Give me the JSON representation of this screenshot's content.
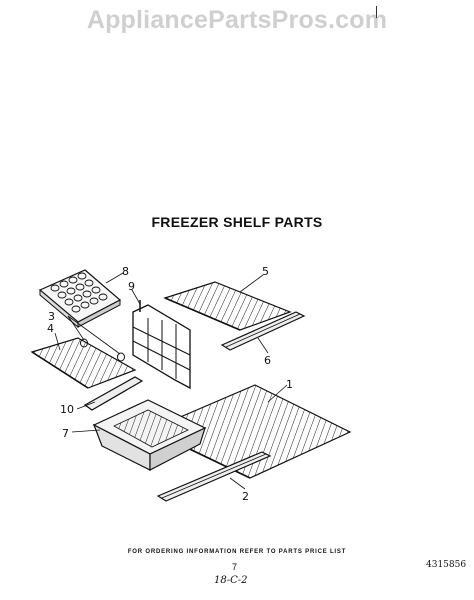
{
  "watermark": "AppliancePartsPros.com",
  "title": "FREEZER SHELF PARTS",
  "callouts": {
    "c1": "1",
    "c2": "2",
    "c3": "3",
    "c4": "4",
    "c5": "5",
    "c6": "6",
    "c7": "7",
    "c8": "8",
    "c9": "9",
    "c10": "10"
  },
  "footer": "FOR ORDERING INFORMATION REFER TO PARTS PRICE LIST",
  "page_number": "7",
  "doc_number": "4315856",
  "handwritten_note": "18-C-2"
}
